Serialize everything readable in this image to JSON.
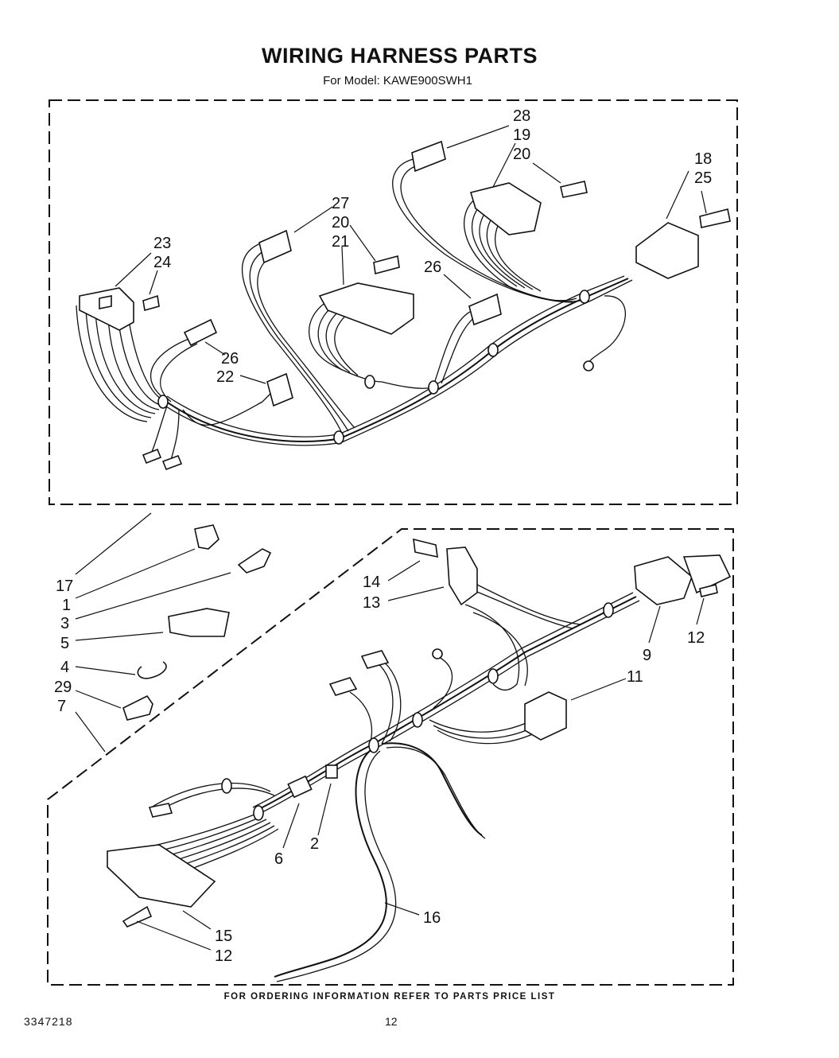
{
  "header": {
    "title": "WIRING HARNESS PARTS",
    "subtitle": "For Model: KAWE900SWH1"
  },
  "footer": {
    "note": "FOR ORDERING INFORMATION REFER TO PARTS PRICE LIST",
    "doc_number": "3347218",
    "page_number": "12"
  },
  "callouts": {
    "c28": "28",
    "c19": "19",
    "c20a": "20",
    "c18": "18",
    "c25": "25",
    "c27": "27",
    "c20b": "20",
    "c21": "21",
    "c26a": "26",
    "c23": "23",
    "c24": "24",
    "c26b": "26",
    "c22": "22",
    "c17": "17",
    "c1": "1",
    "c3": "3",
    "c5": "5",
    "c4": "4",
    "c29": "29",
    "c7": "7",
    "c14": "14",
    "c13": "13",
    "c12a": "12",
    "c9": "9",
    "c11": "11",
    "c6": "6",
    "c2": "2",
    "c16": "16",
    "c15": "15",
    "c12b": "12"
  }
}
